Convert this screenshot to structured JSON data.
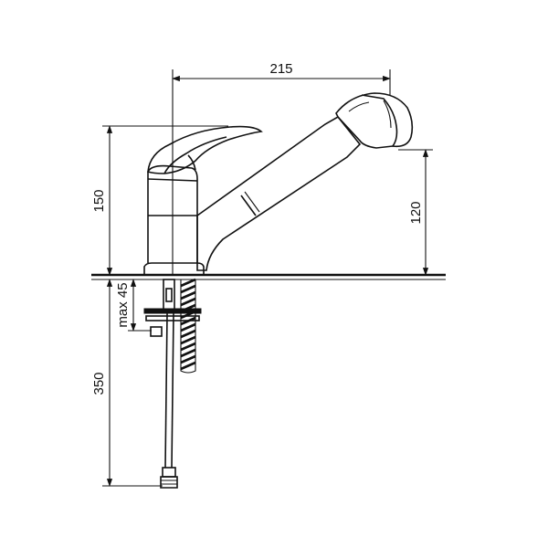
{
  "drawing": {
    "subject": "faucet-technical-drawing",
    "dimensions": {
      "reach": "215",
      "body_height": "150",
      "spout_height": "120",
      "max_mount_thickness": "max 45",
      "hose_length": "350"
    }
  }
}
